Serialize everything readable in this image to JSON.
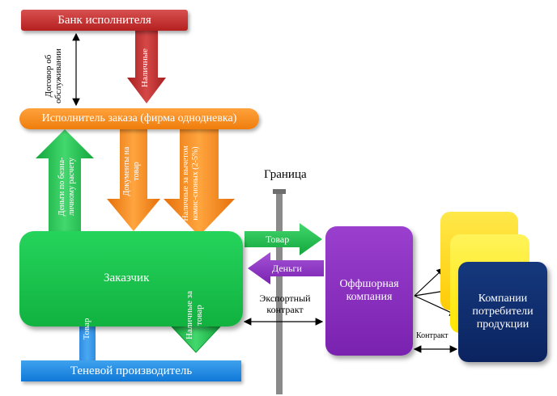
{
  "nodes": {
    "bank": "Банк исполнителя",
    "executor": "Исполнитель заказа (фирма однодневка)",
    "customer": "Заказчик",
    "shadow_producer": "Теневой производитель",
    "offshore": "Оффшорная компания",
    "consumers": "Компании потребители продукции",
    "border": "Граница"
  },
  "arrows": {
    "cash_bank": "Наличные",
    "service_contract": "Договор об обслуживании",
    "cashless_money": "Деньги по безна-личному расчету",
    "documents": "Документы на товар",
    "cash_minus_commission": "Наличные за вычетом комис-сионых (2-5%)",
    "cash_for_goods": "Наличные за товар",
    "goods_up": "Товар",
    "goods_export": "Товар",
    "money_back": "Деньги",
    "export_contract": "Экспортный контракт",
    "contract": "Контракт"
  },
  "colors": {
    "bank": "#c0302e",
    "executor": "#f28a1c",
    "customer": "#1cc24e",
    "shadow_producer": "#1e88e5",
    "offshore": "#8a2fbf",
    "consumer": "#0f2d6b",
    "yellow": "#ffd400"
  }
}
